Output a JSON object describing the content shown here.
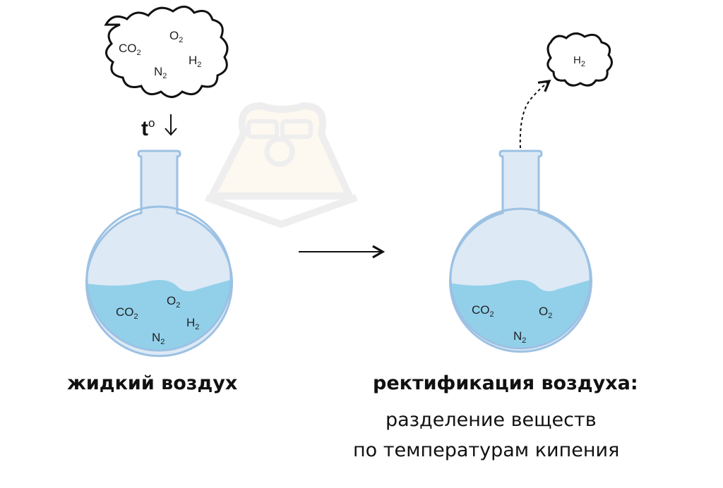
{
  "colors": {
    "flask_fill": "#dde9f5",
    "flask_stroke": "#9cc1e3",
    "liquid": "#92d0ea",
    "watermark": "#f1f1f1"
  },
  "watermark": {
    "icon": "bear-book-logo"
  },
  "left": {
    "cloud": [
      {
        "base": "CO",
        "sub": "2"
      },
      {
        "base": "O",
        "sub": "2"
      },
      {
        "base": "H",
        "sub": "2"
      },
      {
        "base": "N",
        "sub": "2"
      }
    ],
    "cooling_label": "t",
    "cooling_deg": "o",
    "liquid": [
      {
        "base": "CO",
        "sub": "2"
      },
      {
        "base": "O",
        "sub": "2"
      },
      {
        "base": "H",
        "sub": "2"
      },
      {
        "base": "N",
        "sub": "2"
      }
    ],
    "caption": "жидкий воздух"
  },
  "right": {
    "cloud": [
      {
        "base": "H",
        "sub": "2"
      }
    ],
    "liquid": [
      {
        "base": "CO",
        "sub": "2"
      },
      {
        "base": "O",
        "sub": "2"
      },
      {
        "base": "N",
        "sub": "2"
      }
    ],
    "caption_title": "ректификация воздуха:",
    "caption_line1": "разделение веществ",
    "caption_line2": "по температурам кипения"
  }
}
